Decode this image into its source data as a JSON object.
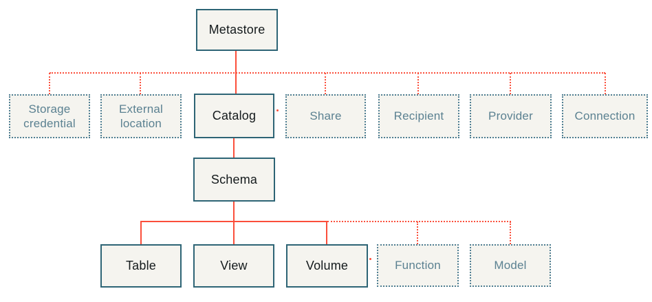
{
  "diagram": {
    "nodes": {
      "metastore": {
        "label": "Metastore"
      },
      "storage_credential": {
        "label": "Storage credential"
      },
      "external_location": {
        "label": "External location"
      },
      "catalog": {
        "label": "Catalog"
      },
      "share": {
        "label": "Share"
      },
      "recipient": {
        "label": "Recipient"
      },
      "provider": {
        "label": "Provider"
      },
      "connection": {
        "label": "Connection"
      },
      "schema": {
        "label": "Schema"
      },
      "table": {
        "label": "Table"
      },
      "view": {
        "label": "View"
      },
      "volume": {
        "label": "Volume"
      },
      "function": {
        "label": "Function"
      },
      "model": {
        "label": "Model"
      }
    },
    "colors": {
      "canvas_bg": "#ffffff",
      "box_fill": "#f5f4ef",
      "solid_border": "#2d6475",
      "dotted_border": "#4d7d92",
      "primary_text": "#141a1c",
      "muted_text": "#5b8191",
      "connector": "#fb4e3a"
    }
  }
}
